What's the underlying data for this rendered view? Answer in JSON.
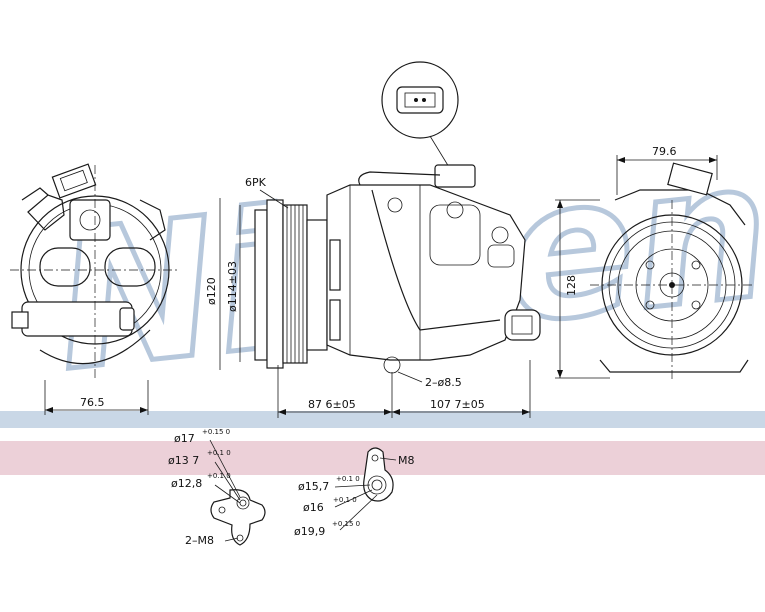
{
  "watermark": {
    "text": "Nissens"
  },
  "colors": {
    "band_blue": "#c9d7e6",
    "band_pink": "#ecd0d8",
    "watermark": "#b7c8dc",
    "line": "#1a1a1a"
  },
  "dimensions": {
    "width_79": "79.6",
    "height_128": "128",
    "pulley_6pk": "6PK",
    "dia_120": "ø120",
    "dia_114": "ø114±03",
    "left_76": "76.5",
    "len_87": "87 6±05",
    "len_107": "107 7±05",
    "holes_mount": "2–ø8.5"
  },
  "fitting_a": {
    "d17": "ø17",
    "d17_tol": "+0.15 0",
    "d13": "ø13 7",
    "d13_tol": "+0.1 0",
    "d12": "ø12,8",
    "d12_tol": "+0.1 0",
    "thread": "2–M8"
  },
  "fitting_b": {
    "d15": "ø15,7",
    "d15_tol": "+0.1 0",
    "d16": "ø16",
    "d16_tol": "+0.1 0",
    "d19": "ø19,9",
    "d19_tol": "+0.15 0",
    "thread": "M8"
  }
}
